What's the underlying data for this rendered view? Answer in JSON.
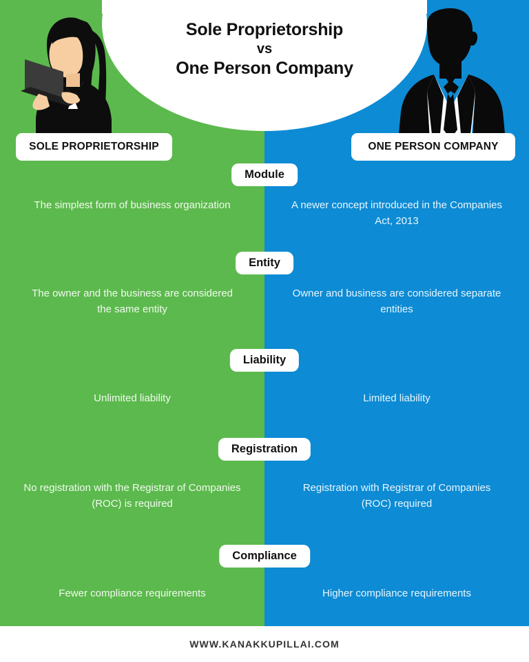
{
  "title": {
    "line1": "Sole Proprietorship",
    "line2": "vs",
    "line3": "One Person Company"
  },
  "columns": {
    "left_label": "SOLE PROPRIETORSHIP",
    "right_label": "ONE PERSON COMPANY"
  },
  "rows": [
    {
      "label": "Module",
      "left": "The simplest form of business organization",
      "right": "A newer concept introduced in the Companies Act, 2013"
    },
    {
      "label": "Entity",
      "left": "The owner and the business are considered the same entity",
      "right": "Owner and business are considered separate entities"
    },
    {
      "label": "Liability",
      "left": "Unlimited liability",
      "right": "Limited liability"
    },
    {
      "label": "Registration",
      "left": "No registration with the Registrar of Companies (ROC) is required",
      "right": "Registration with Registrar of Companies (ROC) required"
    },
    {
      "label": "Compliance",
      "left": "Fewer compliance requirements",
      "right": "Higher compliance requirements"
    }
  ],
  "footer": {
    "website": "WWW.KANAKKUPILLAI.COM"
  },
  "illustrations": {
    "left_alt": "woman-with-laptop-illustration",
    "right_alt": "businessman-silhouette-illustration"
  },
  "colors": {
    "green": "#5CB94D",
    "blue": "#0D8BD4",
    "white": "#FFFFFF",
    "title_text": "#111111",
    "footer_text": "#333333"
  }
}
